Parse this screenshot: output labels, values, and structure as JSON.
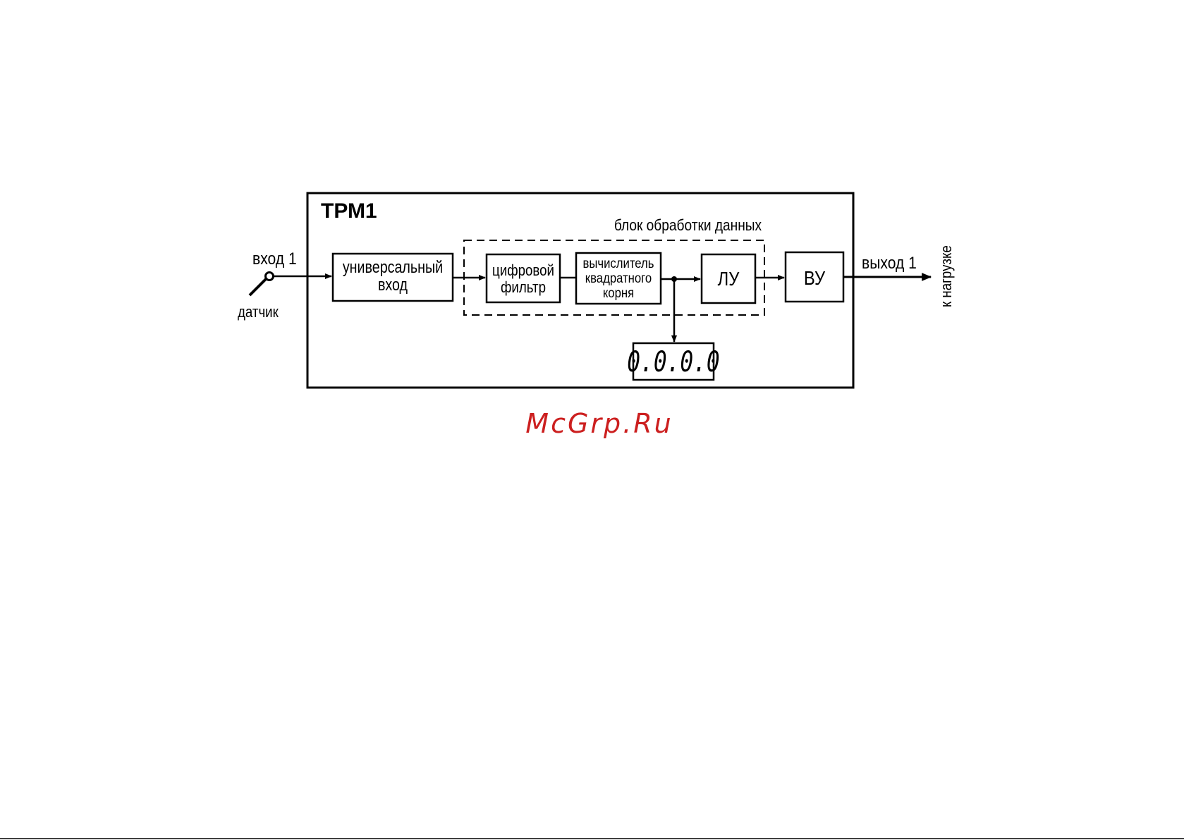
{
  "diagram": {
    "title": "ТРМ1",
    "processing_block_label": "блок обработки данных",
    "input_label": "вход 1",
    "sensor_label": "датчик",
    "output_label": "выход 1",
    "load_label": "к нагрузке",
    "blocks": {
      "universal_input": [
        "универсальный",
        "вход"
      ],
      "digital_filter": [
        "цифровой",
        "фильтр"
      ],
      "sqrt_calc": [
        "вычислитель",
        "квадратного",
        "корня"
      ],
      "lu": "ЛУ",
      "vu": "ВУ"
    },
    "display_value": "0.0.0.0",
    "colors": {
      "line": "#000000",
      "watermark": "#cc1f1f"
    }
  },
  "watermark": {
    "text": "McGrp.Ru"
  }
}
